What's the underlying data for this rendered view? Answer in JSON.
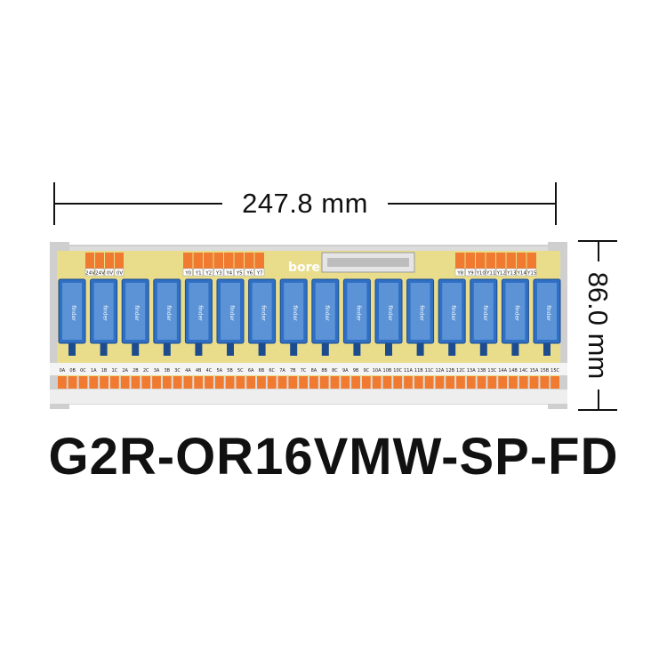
{
  "dimensions": {
    "width_label": "247.8 mm",
    "height_label": "86.0 mm"
  },
  "product": {
    "model": "G2R-OR16VMW-SP-FD",
    "brand": "bore",
    "relay_brand": "finder",
    "relay_count": 16,
    "power_terminals": [
      "24V",
      "24V",
      "0V",
      "0V"
    ],
    "input_terminals_left": [
      "Y0",
      "Y1",
      "Y2",
      "Y3",
      "Y4",
      "Y5",
      "Y6",
      "Y7"
    ],
    "input_terminals_right": [
      "Y8",
      "Y9",
      "Y10",
      "Y11",
      "Y12",
      "Y13",
      "Y14",
      "Y15"
    ],
    "output_terminals": [
      "0A",
      "0B",
      "0C",
      "1A",
      "1B",
      "1C",
      "2A",
      "2B",
      "2C",
      "3A",
      "3B",
      "3C",
      "4A",
      "4B",
      "4C",
      "5A",
      "5B",
      "5C",
      "6A",
      "6B",
      "6C",
      "7A",
      "7B",
      "7C",
      "8A",
      "8B",
      "8C",
      "9A",
      "9B",
      "9C",
      "10A",
      "10B",
      "10C",
      "11A",
      "11B",
      "11C",
      "12A",
      "12B",
      "12C",
      "13A",
      "13B",
      "13C",
      "14A",
      "14B",
      "14C",
      "15A",
      "15B",
      "15C"
    ]
  },
  "colors": {
    "board": "#e9dd8c",
    "relay": "#2f6fc4",
    "terminal": "#f07a2f",
    "rail": "#d9d9d9",
    "text": "#111111"
  }
}
